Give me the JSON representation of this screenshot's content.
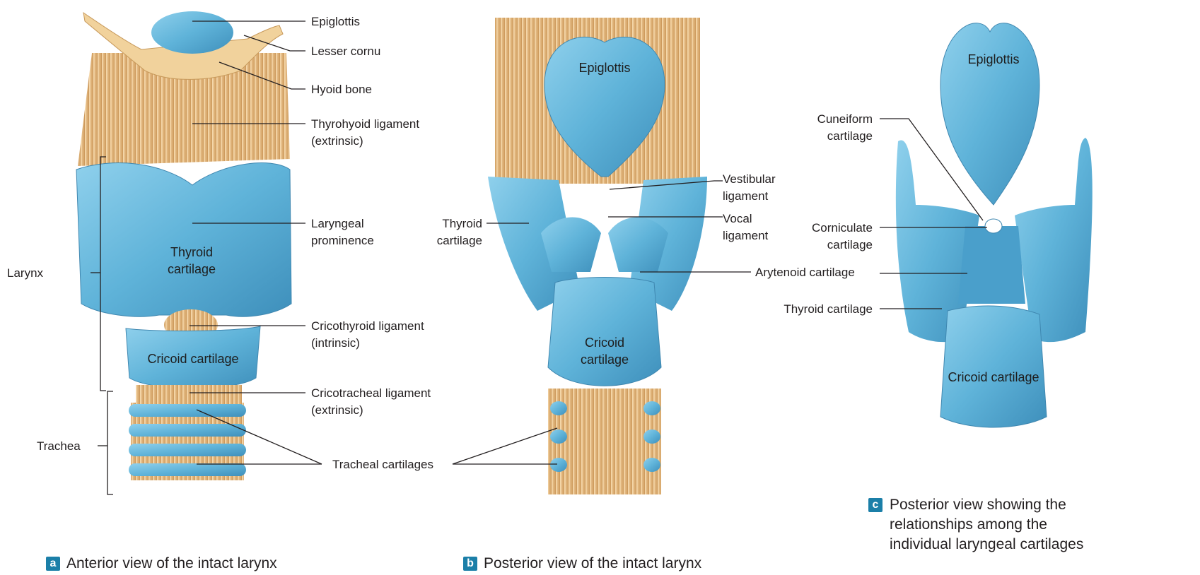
{
  "panel_a": {
    "labels": {
      "epiglottis": "Epiglottis",
      "lesser_cornu": "Lesser cornu",
      "hyoid_bone": "Hyoid bone",
      "thyrohyoid_1": "Thyrohyoid ligament",
      "thyrohyoid_2": "(extrinsic)",
      "laryngeal_1": "Laryngeal",
      "laryngeal_2": "prominence",
      "cricothyroid_1": "Cricothyroid ligament",
      "cricothyroid_2": "(intrinsic)",
      "cricotracheal_1": "Cricotracheal ligament",
      "cricotracheal_2": "(extrinsic)",
      "tracheal_cartilages": "Tracheal cartilages",
      "larynx": "Larynx",
      "trachea": "Trachea"
    },
    "inner": {
      "thyroid_1": "Thyroid",
      "thyroid_2": "cartilage",
      "cricoid": "Cricoid cartilage"
    },
    "caption_letter": "a",
    "caption": "Anterior view of the intact larynx"
  },
  "panel_b": {
    "labels": {
      "vestibular_1": "Vestibular",
      "vestibular_2": "ligament",
      "vocal_1": "Vocal",
      "vocal_2": "ligament",
      "thyroid_1": "Thyroid",
      "thyroid_2": "cartilage",
      "arytenoid": "Arytenoid cartilage"
    },
    "inner": {
      "epiglottis": "Epiglottis",
      "cricoid_1": "Cricoid",
      "cricoid_2": "cartilage"
    },
    "caption_letter": "b",
    "caption": "Posterior view of the intact larynx"
  },
  "panel_c": {
    "labels": {
      "cuneiform_1": "Cuneiform",
      "cuneiform_2": "cartilage",
      "corniculate_1": "Corniculate",
      "corniculate_2": "cartilage",
      "thyroid": "Thyroid cartilage"
    },
    "inner": {
      "epiglottis": "Epiglottis",
      "cricoid": "Cricoid cartilage"
    },
    "caption_letter": "c",
    "caption_1": "Posterior view showing the",
    "caption_2": "relationships among the",
    "caption_3": "individual laryngeal cartilages"
  },
  "colors": {
    "cartilage": "#5fb3d9",
    "ligament": "#e8c08a",
    "badge": "#1b7fa8"
  }
}
